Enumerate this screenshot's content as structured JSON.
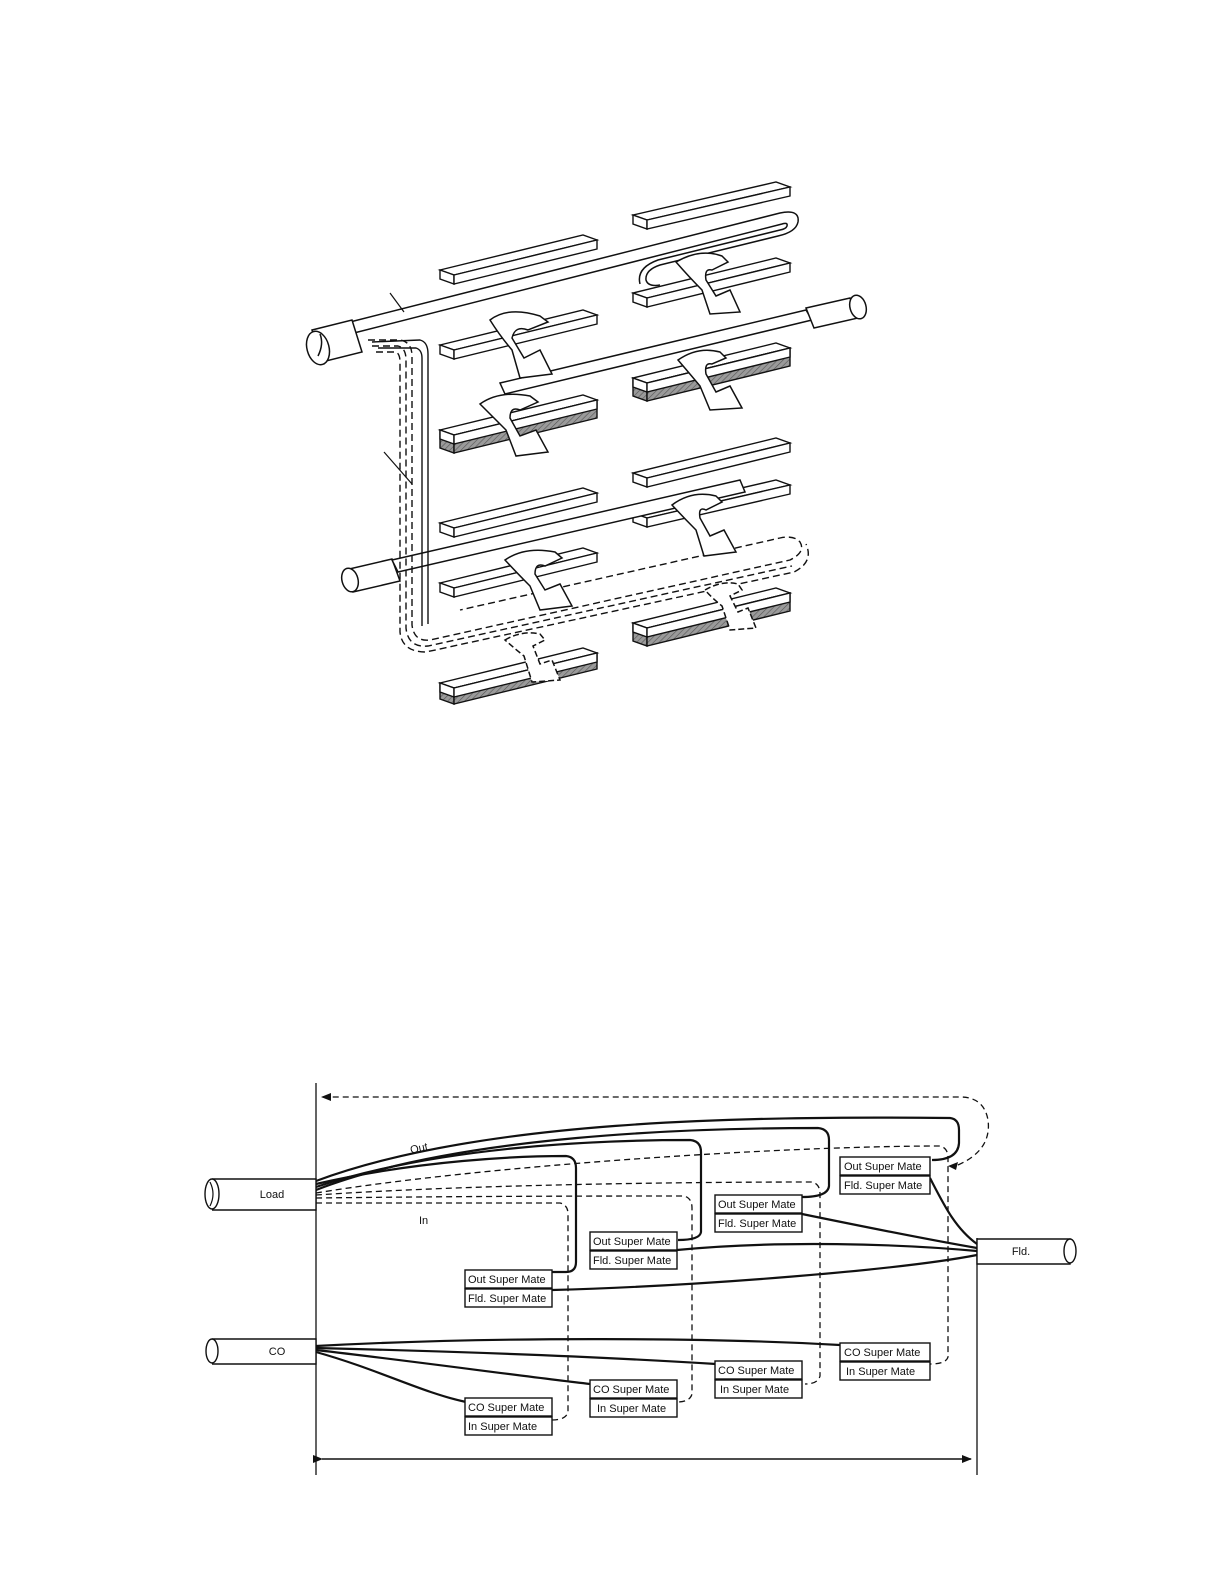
{
  "colors": {
    "ink": "#111111",
    "paper": "#ffffff",
    "shade": "#bdbdbd"
  },
  "cable_diagram": {
    "load_label": "Load",
    "co_label": "CO",
    "fld_label": "Fld.",
    "out_label": "Out",
    "in_label": "In",
    "stations": [
      {
        "out": "Out Super Mate",
        "fld": "Fld. Super Mate",
        "co": "CO Super Mate",
        "in": "In Super Mate"
      },
      {
        "out": "Out Super Mate",
        "fld": "Fld. Super Mate",
        "co": "CO Super Mate",
        "in": "In Super Mate"
      },
      {
        "out": "Out Super Mate",
        "fld": "Fld. Super Mate",
        "co": "CO Super Mate",
        "in": "In Super Mate"
      },
      {
        "out": "Out Super Mate",
        "fld": "Fld. Super Mate",
        "co": "CO Super Mate",
        "in": "In Super Mate"
      }
    ]
  }
}
